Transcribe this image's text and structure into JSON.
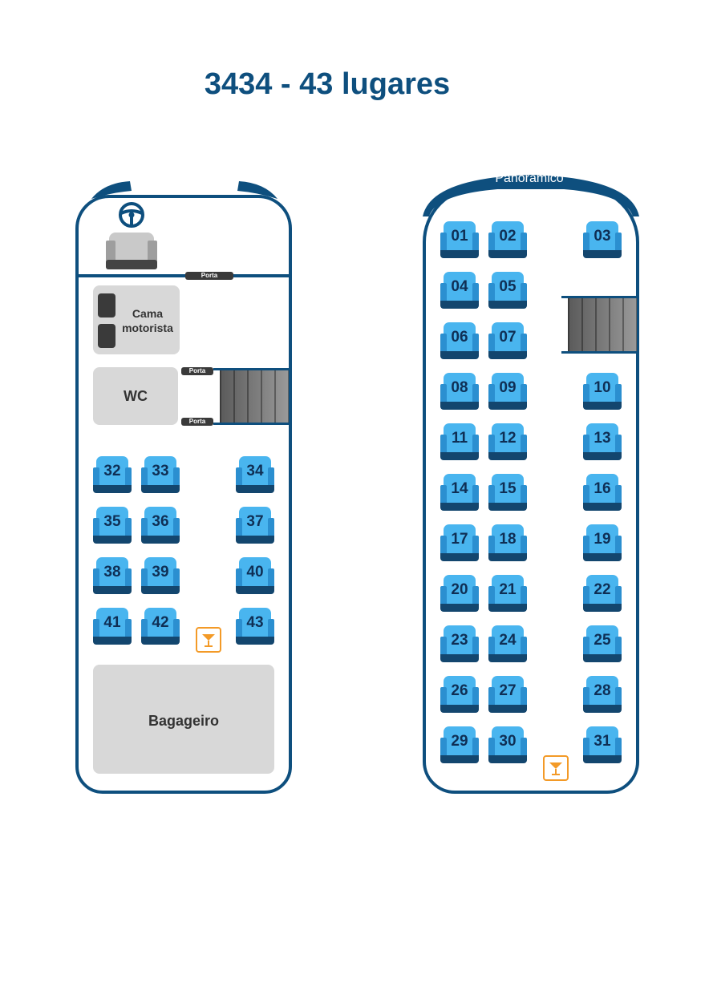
{
  "title": "3434 - 43 lugares",
  "upper_label": "Panorâmico",
  "door_label": "Porta",
  "sleeper_label": "Cama motorista",
  "wc_label": "WC",
  "luggage_label": "Bagageiro",
  "colors": {
    "primary": "#0e4f7e",
    "seat": "#49b5ef",
    "bar": "#f39a27"
  },
  "upper_seats": [
    {
      "num": "01",
      "col": 0,
      "row": 0
    },
    {
      "num": "02",
      "col": 1,
      "row": 0
    },
    {
      "num": "03",
      "col": 2,
      "row": 0
    },
    {
      "num": "04",
      "col": 0,
      "row": 1
    },
    {
      "num": "05",
      "col": 1,
      "row": 1
    },
    {
      "num": "06",
      "col": 0,
      "row": 2
    },
    {
      "num": "07",
      "col": 1,
      "row": 2
    },
    {
      "num": "08",
      "col": 0,
      "row": 3
    },
    {
      "num": "09",
      "col": 1,
      "row": 3
    },
    {
      "num": "10",
      "col": 2,
      "row": 3
    },
    {
      "num": "11",
      "col": 0,
      "row": 4
    },
    {
      "num": "12",
      "col": 1,
      "row": 4
    },
    {
      "num": "13",
      "col": 2,
      "row": 4
    },
    {
      "num": "14",
      "col": 0,
      "row": 5
    },
    {
      "num": "15",
      "col": 1,
      "row": 5
    },
    {
      "num": "16",
      "col": 2,
      "row": 5
    },
    {
      "num": "17",
      "col": 0,
      "row": 6
    },
    {
      "num": "18",
      "col": 1,
      "row": 6
    },
    {
      "num": "19",
      "col": 2,
      "row": 6
    },
    {
      "num": "20",
      "col": 0,
      "row": 7
    },
    {
      "num": "21",
      "col": 1,
      "row": 7
    },
    {
      "num": "22",
      "col": 2,
      "row": 7
    },
    {
      "num": "23",
      "col": 0,
      "row": 8
    },
    {
      "num": "24",
      "col": 1,
      "row": 8
    },
    {
      "num": "25",
      "col": 2,
      "row": 8
    },
    {
      "num": "26",
      "col": 0,
      "row": 9
    },
    {
      "num": "27",
      "col": 1,
      "row": 9
    },
    {
      "num": "28",
      "col": 2,
      "row": 9
    },
    {
      "num": "29",
      "col": 0,
      "row": 10
    },
    {
      "num": "30",
      "col": 1,
      "row": 10
    },
    {
      "num": "31",
      "col": 2,
      "row": 10
    }
  ],
  "lower_seats": [
    {
      "num": "32",
      "col": 0,
      "row": 0
    },
    {
      "num": "33",
      "col": 1,
      "row": 0
    },
    {
      "num": "34",
      "col": 2,
      "row": 0
    },
    {
      "num": "35",
      "col": 0,
      "row": 1
    },
    {
      "num": "36",
      "col": 1,
      "row": 1
    },
    {
      "num": "37",
      "col": 2,
      "row": 1
    },
    {
      "num": "38",
      "col": 0,
      "row": 2
    },
    {
      "num": "39",
      "col": 1,
      "row": 2
    },
    {
      "num": "40",
      "col": 2,
      "row": 2
    },
    {
      "num": "41",
      "col": 0,
      "row": 3
    },
    {
      "num": "42",
      "col": 1,
      "row": 3
    },
    {
      "num": "43",
      "col": 2,
      "row": 3
    }
  ]
}
